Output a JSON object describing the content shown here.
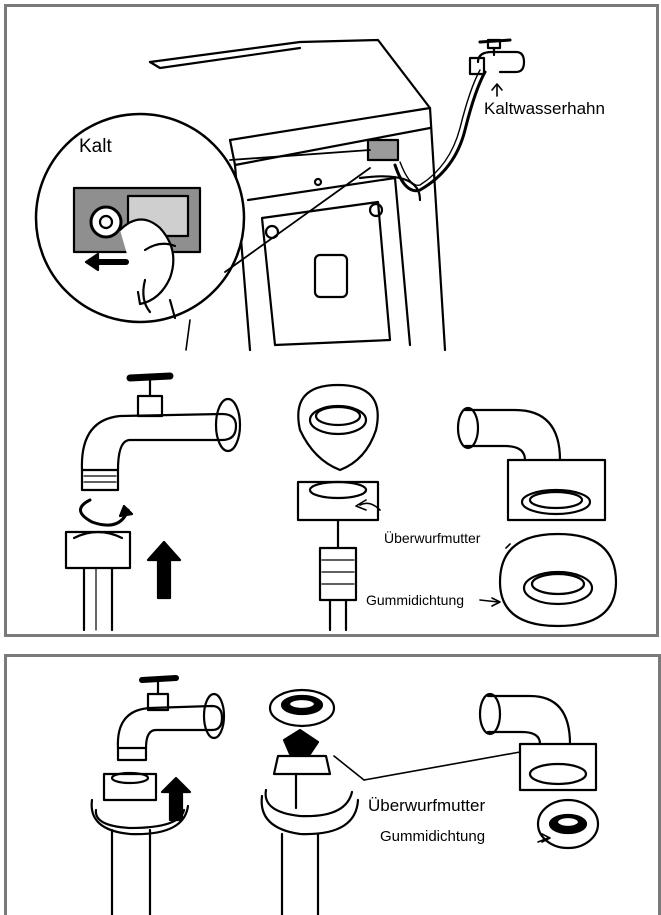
{
  "top_panel": {
    "label_kalt": "Kalt",
    "label_kaltwasserhahn": "Kaltwasserhahn",
    "label_ueberwurfmutter": "Überwurfmutter",
    "label_gummidichtung": "Gummidichtung"
  },
  "bottom_panel": {
    "label_ueberwurfmutter": "Überwurfmutter",
    "label_gummidichtung": "Gummidichtung"
  }
}
